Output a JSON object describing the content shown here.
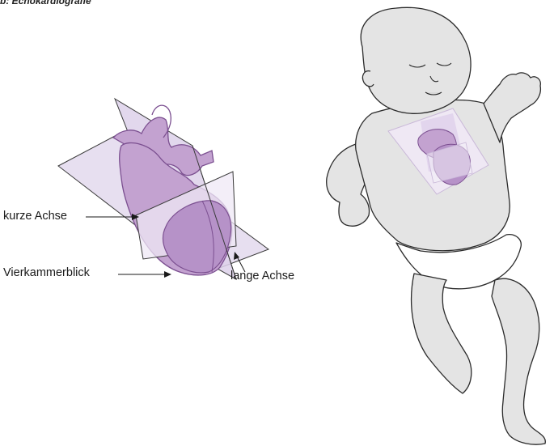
{
  "figure": {
    "heading": "b: Echokardiografie"
  },
  "labels": {
    "short_axis": "kurze Achse",
    "four_chamber": "Vierkammerblick",
    "long_axis": "lange Achse"
  },
  "colors": {
    "plane_fill": "#e7dff0",
    "heart_fill": "#c3a2d0",
    "heart_dark": "#a27fb5",
    "heart_stroke": "#7b4f90",
    "skin": "#e4e4e4",
    "outline": "#2b2b2b"
  }
}
